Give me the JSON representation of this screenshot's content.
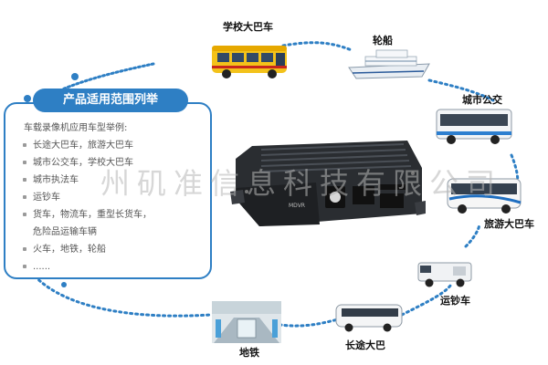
{
  "panel": {
    "title": "产品适用范围列举",
    "intro": "车载录像机应用车型举例:",
    "items": [
      "长途大巴车，旅游大巴车",
      "城市公交车，学校大巴车",
      "城市执法车",
      "运钞车",
      "货车，物流车，重型长货车，",
      "危险品运输车辆",
      "火车，地铁，轮船",
      "......"
    ]
  },
  "vehicles": {
    "school_bus": "学校大巴车",
    "ship": "轮船",
    "city_bus": "城市公交",
    "tour_bus": "旅游大巴车",
    "cash_truck": "运钞车",
    "coach": "长途大巴",
    "subway": "地铁"
  },
  "device": {
    "label": "MDVR"
  },
  "watermark": "州矶准信息科技有限公司",
  "colors": {
    "accent": "#2e7fc4",
    "ring_dot": "#2e7fc4"
  }
}
